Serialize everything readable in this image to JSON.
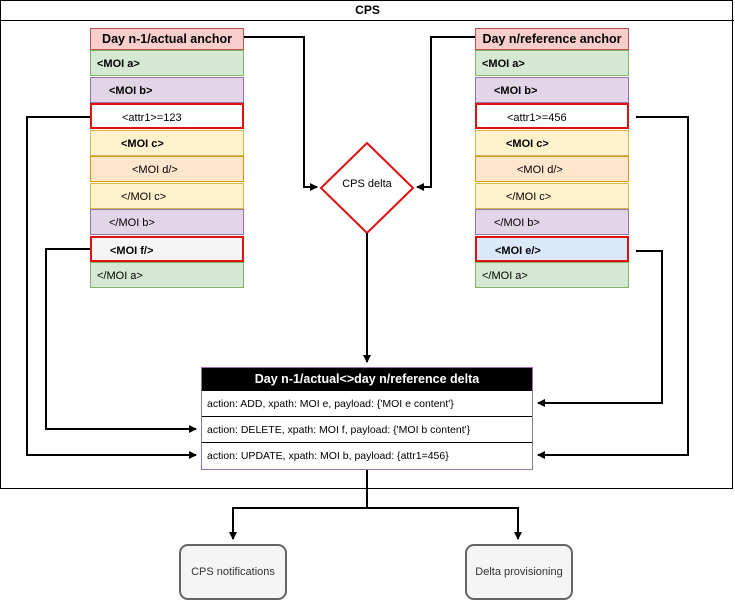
{
  "frame": {
    "title": "CPS"
  },
  "left_tree": {
    "header": "Day n-1/actual anchor",
    "rows": [
      {
        "text": "<MOI a>",
        "bold": true,
        "color": "green",
        "indent": 1,
        "highlight": false
      },
      {
        "text": "<MOI b>",
        "bold": true,
        "color": "purple",
        "indent": 2,
        "highlight": false
      },
      {
        "text": "<attr1>=123",
        "bold": false,
        "color": "white",
        "indent": 3,
        "highlight": true
      },
      {
        "text": "<MOI c>",
        "bold": true,
        "color": "yellow",
        "indent": 3,
        "highlight": false
      },
      {
        "text": "<MOI d/>",
        "bold": false,
        "color": "orange",
        "indent": 4,
        "highlight": false
      },
      {
        "text": "</MOI c>",
        "bold": false,
        "color": "yellow",
        "indent": 3,
        "highlight": false
      },
      {
        "text": "</MOI b>",
        "bold": false,
        "color": "purple",
        "indent": 2,
        "highlight": false
      },
      {
        "text": "<MOI f/>",
        "bold": true,
        "color": "grey",
        "indent": 2,
        "highlight": true
      },
      {
        "text": "</MOI a>",
        "bold": false,
        "color": "green",
        "indent": 1,
        "highlight": false
      }
    ]
  },
  "right_tree": {
    "header": "Day n/reference anchor",
    "rows": [
      {
        "text": "<MOI a>",
        "bold": true,
        "color": "green",
        "indent": 1,
        "highlight": false
      },
      {
        "text": "<MOI b>",
        "bold": true,
        "color": "purple",
        "indent": 2,
        "highlight": false
      },
      {
        "text": "<attr1>=456",
        "bold": false,
        "color": "white",
        "indent": 3,
        "highlight": true
      },
      {
        "text": "<MOI c>",
        "bold": true,
        "color": "yellow",
        "indent": 3,
        "highlight": false
      },
      {
        "text": "<MOI d/>",
        "bold": false,
        "color": "orange",
        "indent": 4,
        "highlight": false
      },
      {
        "text": "</MOI c>",
        "bold": false,
        "color": "yellow",
        "indent": 3,
        "highlight": false
      },
      {
        "text": "</MOI b>",
        "bold": false,
        "color": "purple",
        "indent": 2,
        "highlight": false
      },
      {
        "text": "<MOI e/>",
        "bold": true,
        "color": "blue",
        "indent": 2,
        "highlight": true
      },
      {
        "text": "</MOI a>",
        "bold": false,
        "color": "green",
        "indent": 1,
        "highlight": false
      }
    ]
  },
  "diamond": {
    "label": "CPS delta"
  },
  "delta_table": {
    "header": "Day n-1/actual<>day n/reference delta",
    "rows": [
      "action: ADD, xpath: MOI e,  payload: {'MOI e content'}",
      "action: DELETE, xpath: MOI f,  payload: {'MOI b content'}",
      "action: UPDATE, xpath: MOI b,  payload: {attr1=456}"
    ]
  },
  "outputs": {
    "notifications": "CPS notifications",
    "provisioning": "Delta provisioning"
  }
}
